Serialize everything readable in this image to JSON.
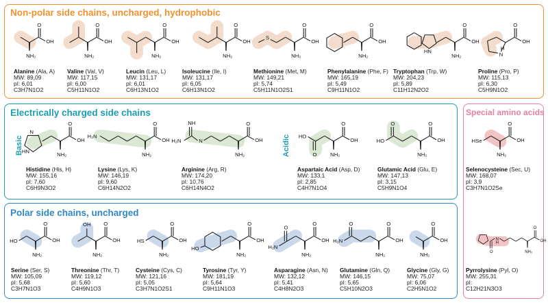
{
  "colors": {
    "nonpolar": "#f0922e",
    "charged": "#1a9fb0",
    "polar": "#2f87c8",
    "special": "#e57fa3",
    "nonpolar_fill": "#f3dccb",
    "charged_fill": "#dbe8d3",
    "polar_fill": "#c9d8ea",
    "special_fill": "#f2c3c5"
  },
  "groups": [
    {
      "id": "nonpolar",
      "title": "Non-polar side chains, uncharged, hydrophobic"
    },
    {
      "id": "charged",
      "title": "Electrically charged side chains",
      "sublabels": [
        "Basic",
        "Acidic"
      ]
    },
    {
      "id": "polar",
      "title": "Polar side chains, uncharged"
    },
    {
      "id": "special",
      "title": "Special amino acids"
    }
  ],
  "backbone_labels": {
    "o": "O",
    "oh": "OH",
    "nh2": "NH₂"
  },
  "amino_acids": [
    {
      "key": "ala",
      "group": "nonpolar",
      "name": "Alanine",
      "code": "(Ala, A)",
      "mw": "MW: 89,09",
      "pi": "pI: 6,01",
      "formula": "C3H7N1O2",
      "atoms": []
    },
    {
      "key": "val",
      "group": "nonpolar",
      "name": "Valine",
      "code": "(Val, V)",
      "mw": "MW: 117,15",
      "pi": "pI: 6,00",
      "formula": "C5H11N1O2",
      "atoms": []
    },
    {
      "key": "leu",
      "group": "nonpolar",
      "name": "Leucin",
      "code": "(Leu, L)",
      "mw": "MW: 131,17",
      "pi": "pI: 6,01",
      "formula": "C6H13N1O2",
      "atoms": []
    },
    {
      "key": "ile",
      "group": "nonpolar",
      "name": "Isoleucine",
      "code": "(Ile, I)",
      "mw": "MW: 131,17",
      "pi": "pI: 6,05",
      "formula": "C6H13N1O2",
      "atoms": []
    },
    {
      "key": "met",
      "group": "nonpolar",
      "name": "Methionine",
      "code": "(Met, M)",
      "mw": "MW: 149,21",
      "pi": "pI: 5,74",
      "formula": "C5H11N1O2S1",
      "atoms": [
        "S"
      ]
    },
    {
      "key": "phe",
      "group": "nonpolar",
      "name": "Phenylalanine",
      "code": "(Phe, F)",
      "mw": "MW: 165,19",
      "pi": "pI: 5,49",
      "formula": "C9H11N1O2",
      "atoms": []
    },
    {
      "key": "trp",
      "group": "nonpolar",
      "name": "Tryptophan",
      "code": "(Trp, W)",
      "mw": "MW: 204,23",
      "pi": "pI: 5,89",
      "formula": "C11H12N2O2",
      "atoms": [
        "HN"
      ]
    },
    {
      "key": "pro",
      "group": "nonpolar",
      "name": "Proline",
      "code": "(Pro, P)",
      "mw": "MW: 115,13",
      "pi": "pI: 6,30",
      "formula": "C5H9N1O2",
      "atoms": [
        "H",
        "N"
      ]
    },
    {
      "key": "his",
      "group": "charged",
      "name": "Histidine",
      "code": "(His, H)",
      "mw": "MW: 155,16",
      "pi": "pI: 7,60",
      "formula": "C6H9N3O2",
      "atoms": [
        "N",
        "HN"
      ]
    },
    {
      "key": "lys",
      "group": "charged",
      "name": "Lysine",
      "code": "(Lys, K)",
      "mw": "MW: 146,19",
      "pi": "pI: 9,60",
      "formula": "C6H14N2O2",
      "atoms": [
        "H₂N"
      ]
    },
    {
      "key": "arg",
      "group": "charged",
      "name": "Arginine",
      "code": "(Arg, R)",
      "mw": "MW: 174,20",
      "pi": "pI: 10,76",
      "formula": "C6H14N4O2",
      "atoms": [
        "NH",
        "H₂N",
        "N"
      ]
    },
    {
      "key": "asp",
      "group": "charged",
      "name": "Aspartaic Acid",
      "code": "(Asp, D)",
      "mw": "MW: 133,1",
      "pi": "pI: 2,85",
      "formula": "C4H7N1O4",
      "atoms": [
        "O",
        "HO"
      ]
    },
    {
      "key": "glu",
      "group": "charged",
      "name": "Glutamic Acid",
      "code": "(Glu, E)",
      "mw": "MW: 147,13",
      "pi": "pI: 3,15",
      "formula": "C5H9N1O4",
      "atoms": [
        "O",
        "HO"
      ]
    },
    {
      "key": "ser",
      "group": "polar",
      "name": "Serine",
      "code": "(Ser, S)",
      "mw": "MW: 105,09",
      "pi": "pI: 5,68",
      "formula": "C3H7N1O3",
      "atoms": [
        "HO"
      ]
    },
    {
      "key": "thr",
      "group": "polar",
      "name": "Threonine",
      "code": "(Thr, T)",
      "mw": "MW: 119,12",
      "pi": "pI: 5,60",
      "formula": "C4H9N1O3",
      "atoms": [
        "OH"
      ]
    },
    {
      "key": "cys",
      "group": "polar",
      "name": "Cysteine",
      "code": "(Cys, C)",
      "mw": "MW: 121,16",
      "pi": "pI: 5,05",
      "formula": "C3H7N1O2S1",
      "atoms": [
        "HS"
      ]
    },
    {
      "key": "tyr",
      "group": "polar",
      "name": "Tyrosine",
      "code": "(Tyr, Y)",
      "mw": "MW: 181,19",
      "pi": "pI: 5,64",
      "formula": "C9H11N1O3",
      "atoms": [
        "HO"
      ]
    },
    {
      "key": "asn",
      "group": "polar",
      "name": "Asparagine",
      "code": "(Asn, N)",
      "mw": "MW: 132,12",
      "pi": "pI: 5,41",
      "formula": "C4H8N2O3",
      "atoms": [
        "O",
        "H₂N"
      ]
    },
    {
      "key": "gln",
      "group": "polar",
      "name": "Glutamine",
      "code": "(Gln, Q)",
      "mw": "MW: 146,15",
      "pi": "pI: 5,65",
      "formula": "C5H10N2O3",
      "atoms": [
        "O",
        "H₂N"
      ]
    },
    {
      "key": "gly",
      "group": "polar",
      "name": "Glycine",
      "code": "(Gly, G)",
      "mw": "MW: 75,07",
      "pi": "pI: 6,06",
      "formula": "C2H5N1O2",
      "atoms": []
    },
    {
      "key": "sec",
      "group": "special",
      "name": "Selenocysteine",
      "code": "(Sec, U)",
      "mw": "MW: 168,07",
      "pi": "pI: 3,9",
      "formula": "C3H7N1O2Se",
      "atoms": [
        "HSe"
      ]
    },
    {
      "key": "pyl",
      "group": "special",
      "name": "Pyrrolysine",
      "code": "(Pyl, O)",
      "mw": "MW: 255,31",
      "pi": "pI:",
      "formula": "C12H21N3O3",
      "atoms": [
        "N",
        "O",
        "H"
      ]
    }
  ]
}
